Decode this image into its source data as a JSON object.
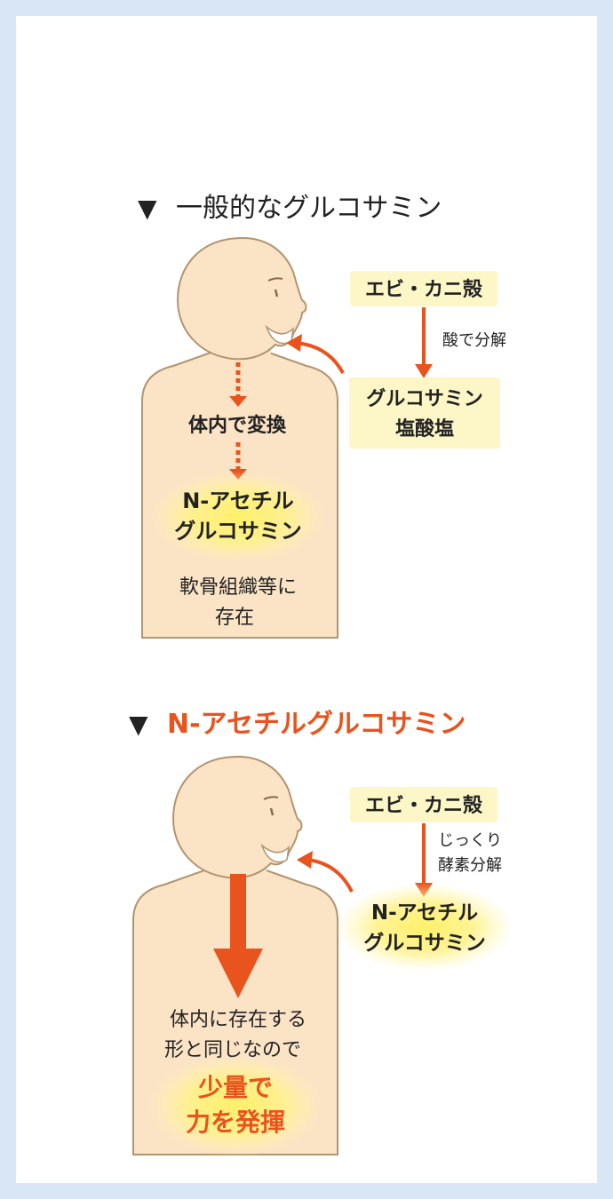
{
  "section1": {
    "marker": "▼",
    "heading": "一般的なグルコサミン",
    "source_label": "エビ・カニ殻",
    "process_label": "酸で分解",
    "product_label_lines": [
      "グルコサミン",
      "塩酸塩"
    ],
    "convert_label": "体内で変換",
    "result_label_lines": [
      "N-アセチル",
      "グルコサミン"
    ],
    "note_lines": [
      "軟骨組織等に",
      "存在"
    ]
  },
  "section2": {
    "marker": "▼",
    "heading": "N-アセチルグルコサミン",
    "source_label": "エビ・カニ殻",
    "process_label_lines": [
      "じっくり",
      "酵素分解"
    ],
    "product_label_lines": [
      "N-アセチル",
      "グルコサミン"
    ],
    "note_lines": [
      "体内に存在する",
      "形と同じなので"
    ],
    "highlight_lines": [
      "少量で",
      "力を発揮"
    ]
  },
  "colors": {
    "background": "#d9e6f5",
    "panel": "#ffffff",
    "skin": "#fbe3c6",
    "outline": "#b2956f",
    "label_box": "#fdf6c7",
    "arrow": "#e9531d",
    "accent_text": "#e9531d",
    "glow": "#fff06a"
  }
}
